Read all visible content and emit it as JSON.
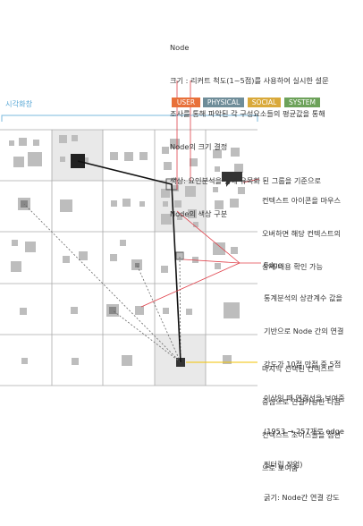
{
  "node_note": {
    "title": "Node",
    "lines": [
      "크기 : 리커트 척도(1~5점)를 사용하여 실시한 설문",
      "조사를 통해 파악된 각 구성요소들의 평균값을 통해",
      "Node의 크기 결정",
      "색상: 요인분석을 통해 유목화 된 그룹을 기준으로",
      "Node의 색상 구분"
    ]
  },
  "legend": [
    {
      "label": "USER",
      "color": "#e8703a"
    },
    {
      "label": "PHYSICAL",
      "color": "#6f8d99"
    },
    {
      "label": "SOCIAL",
      "color": "#d9a93a"
    },
    {
      "label": "SYSTEM",
      "color": "#6da25a"
    }
  ],
  "area_label": "시각화창",
  "context_note": {
    "lines": [
      "컨텍스트 아이콘을 마우스",
      "오버하면 해당 컨텍스트의",
      "상세 내용 확인 가능"
    ]
  },
  "edge_note": {
    "title": "Edge",
    "lines": [
      "통계분석의 상관계수 값을",
      "기반으로 Node 간의 연결",
      "강도가 10점 만점 중 5점",
      "이상일 때 연결선을 보여줌",
      "(1953 → 257개로 edge",
      "필터링 작업)",
      "굵기: Node간 연결 강도"
    ]
  },
  "last_note": {
    "lines": [
      "마지막 선택된 컨텍스트",
      "중심으로 연결가능한 다음",
      "컨텍스트 초이스들을 점선",
      "으로 보여줌"
    ]
  },
  "colors": {
    "accent": "#7ab8dc",
    "pointer": "#e0404a",
    "highlight": "#f2c200",
    "grid": "#aaaaaa",
    "node": "#bdbdbd",
    "node_dark": "#222222"
  }
}
